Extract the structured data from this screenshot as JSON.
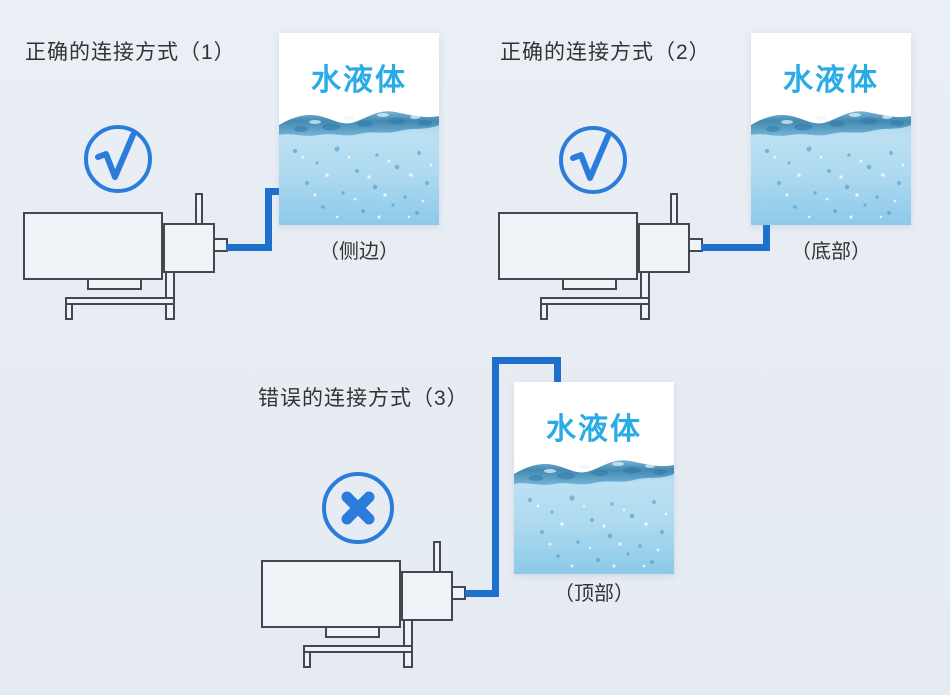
{
  "colors": {
    "background": "#e9eef5",
    "accent_blue": "#2b7cdb",
    "pipe_blue": "#1d71cd",
    "tank_text_blue": "#29abe5",
    "outline_gray": "#46464e",
    "text_dark": "#333333"
  },
  "icons": {
    "correct": "check-circle-icon",
    "wrong": "cross-circle-icon"
  },
  "diagrams": [
    {
      "title": "正确的连接方式（1）",
      "mark": "correct",
      "tank_label": "水液体",
      "connection_label": "（侧边）"
    },
    {
      "title": "正确的连接方式（2）",
      "mark": "correct",
      "tank_label": "水液体",
      "connection_label": "（底部）"
    },
    {
      "title": "错误的连接方式（3）",
      "mark": "wrong",
      "tank_label": "水液体",
      "connection_label": "（顶部）"
    }
  ]
}
